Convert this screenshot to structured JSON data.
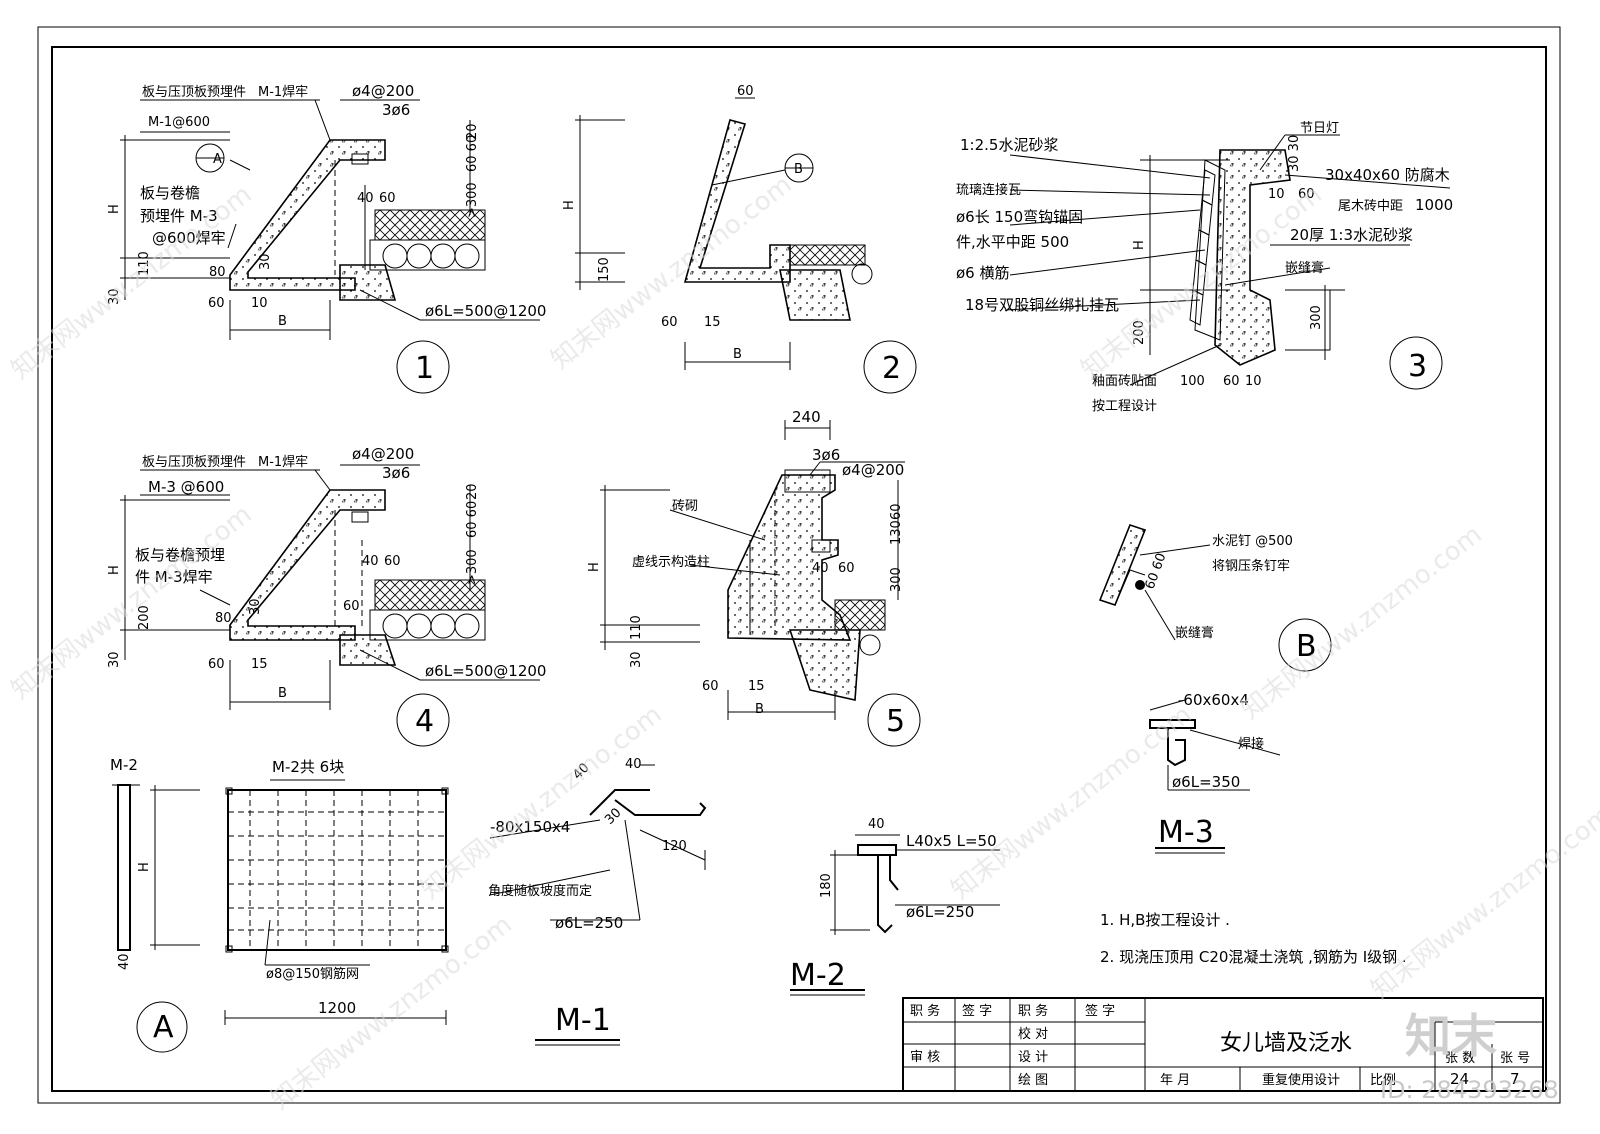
{
  "labels": {
    "d1_top_left": "板与压顶板预埋件",
    "d1_m1_600": "M-1@600",
    "d1_m1_weld": "M-1焊牢",
    "d1_phi4": "ø4@200",
    "d1_3phi6": "3ø6",
    "d1_roll1": "板与卷檐",
    "d1_roll2": "预埋件 M-3",
    "d1_roll3": "@600焊牢",
    "d1_phi6": "ø6L=500@1200",
    "d4_top_left": "板与压顶板预埋件",
    "d4_m3_600": "M-3 @600",
    "d4_m1_weld": "M-1焊牢",
    "d4_phi4": "ø4@200",
    "d4_3phi6": "3ø6",
    "d4_roll1": "板与卷檐预埋",
    "d4_roll2": "件 M-3焊牢",
    "d4_phi6": "ø6L=500@1200",
    "d3_mortar": "1:2.5水泥砂浆",
    "d3_glass": "琉璃连接瓦",
    "d3_phi6a": "ø6长 150弯钩锚固",
    "d3_phi6b": "件,水平中距 500",
    "d3_phi6bar": "ø6 横筋",
    "d3_wire": "18号双股铜丝绑扎挂瓦",
    "d3_light": "节日灯",
    "d3_wood": "30x40x60 防腐木",
    "d3_wood2": "尾木砖中距",
    "d3_wood3": "1000",
    "d3_mortar20": "20厚 1:3水泥砂浆",
    "d3_sealant": "嵌缝膏",
    "d3_tile1": "釉面砖贴面",
    "d3_tile2": "按工程设计",
    "d5_brick": "砖砌",
    "d5_dashed": "虚线示构造柱",
    "d5_3phi6": "3ø6",
    "d5_phi4": "ø4@200",
    "b_nail1": "水泥钉 @500",
    "b_nail2": "将钢压条钉牢",
    "b_sealant": "嵌缝膏",
    "m3_plate": "-60x60x4",
    "m3_weld": "焊接",
    "m3_phi6": "ø6L=350",
    "m1_plate": "-80x150x4",
    "m1_angle": "角度随板坡度而定",
    "m1_phi6": "ø6L=250",
    "m2_angle": "L40x5 L=50",
    "m2_phi6": "ø6L=250",
    "a_m2": "M-2",
    "a_m2_count": "M-2共 6块",
    "a_mesh": "ø8@150钢筋网"
  },
  "dims": {
    "H": "H",
    "B": "B",
    "n10": "10",
    "n15": "15",
    "n20": "20",
    "n30": "30",
    "n40": "40",
    "n60": "60",
    "n80": "80",
    "n100": "100",
    "n110": "110",
    "n120": "120",
    "n130": "130",
    "n150": "150",
    "n180": "180",
    "n200": "200",
    "n240": "240",
    "n300": "300",
    "n1200": "1200",
    "gt300": ">300",
    "n3030": "30 30",
    "n6060": "60 60"
  },
  "markers": {
    "c1": "1",
    "c2": "2",
    "c3": "3",
    "c4": "4",
    "c5": "5",
    "cA": "A",
    "cB": "B",
    "m1": "M-1",
    "m2": "M-2",
    "m3": "M-3"
  },
  "notes": [
    "1.  H,B按工程设计 .",
    "2. 现浇压顶用 C20混凝土浇筑 ,钢筋为 Ⅰ级钢 ."
  ],
  "title_block": {
    "title": "女儿墙及泛水",
    "cells": [
      "职 务",
      "签 字",
      "职 务",
      "签 字",
      "校 对",
      "审 核",
      "设 计",
      "绘 图",
      "年 月",
      "重复使用设计",
      "比例",
      "张 数",
      "张 号"
    ],
    "sheet_count": "24",
    "sheet_no": "7"
  },
  "watermark": {
    "text": "知末网www.znzmo.com",
    "logo": "知末",
    "id": "ID: 284393268"
  }
}
